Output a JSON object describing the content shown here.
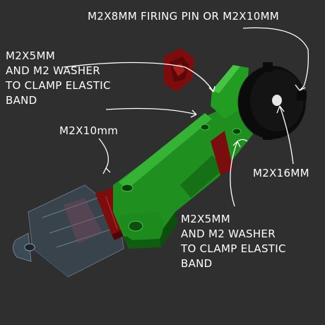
{
  "labels": {
    "firing_pin": "M2X8MM FIRING PIN OR M2X10MM",
    "m2x5_top": [
      "M2X5MM",
      "AND  M2 WASHER",
      "TO CLAMP ELASTIC",
      "BAND"
    ],
    "m2x10": "M2X10mm",
    "m2x16": "M2X16MM",
    "m2x5_bottom": [
      "M2X5MM",
      "AND  M2 WASHER",
      "TO CLAMP ELASTIC",
      "BAND"
    ]
  },
  "colors": {
    "background": "#2f2f30",
    "green_part": "#1f9a1f",
    "red_part": "#8b0d0d",
    "black_part": "#0d0d0d",
    "gray_part": "#3c4a55",
    "annotation": "#ffffff"
  }
}
